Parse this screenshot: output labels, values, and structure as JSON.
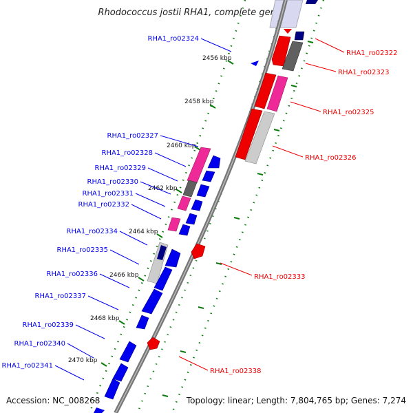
{
  "title": "Rhodococcus jostii RHA1, complete genome",
  "footer": {
    "accession": "Accession: NC_008268",
    "summary": "Topology: linear; Length: 7,804,765 bp; Genes: 7,274"
  },
  "colors": {
    "forward_gene": "#0000ee",
    "reverse_gene": "#ee0000",
    "magenta_gene": "#ee2a99",
    "dark_gray_gene": "#606060",
    "light_gray_gene": "#cccccc",
    "navy_gene": "#000080",
    "backbone": "#777777",
    "tick_green": "#0a7a0a",
    "forward_label": "#0000ee",
    "reverse_label": "#ee0000"
  },
  "kbp_marks": [
    "2456 kbp",
    "2458 kbp",
    "2460 kbp",
    "2462 kbp",
    "2464 kbp",
    "2466 kbp",
    "2468 kbp",
    "2470 kbp"
  ],
  "forward_labels": [
    "RHA1_ro02324",
    "RHA1_ro02327",
    "RHA1_ro02328",
    "RHA1_ro02329",
    "RHA1_ro02330",
    "RHA1_ro02331",
    "RHA1_ro02332",
    "RHA1_ro02334",
    "RHA1_ro02335",
    "RHA1_ro02336",
    "RHA1_ro02337",
    "RHA1_ro02339",
    "RHA1_ro02340",
    "RHA1_ro02341"
  ],
  "reverse_labels": [
    "RHA1_ro02322",
    "RHA1_ro02323",
    "RHA1_ro02325",
    "RHA1_ro02326",
    "RHA1_ro02333",
    "RHA1_ro02338"
  ]
}
